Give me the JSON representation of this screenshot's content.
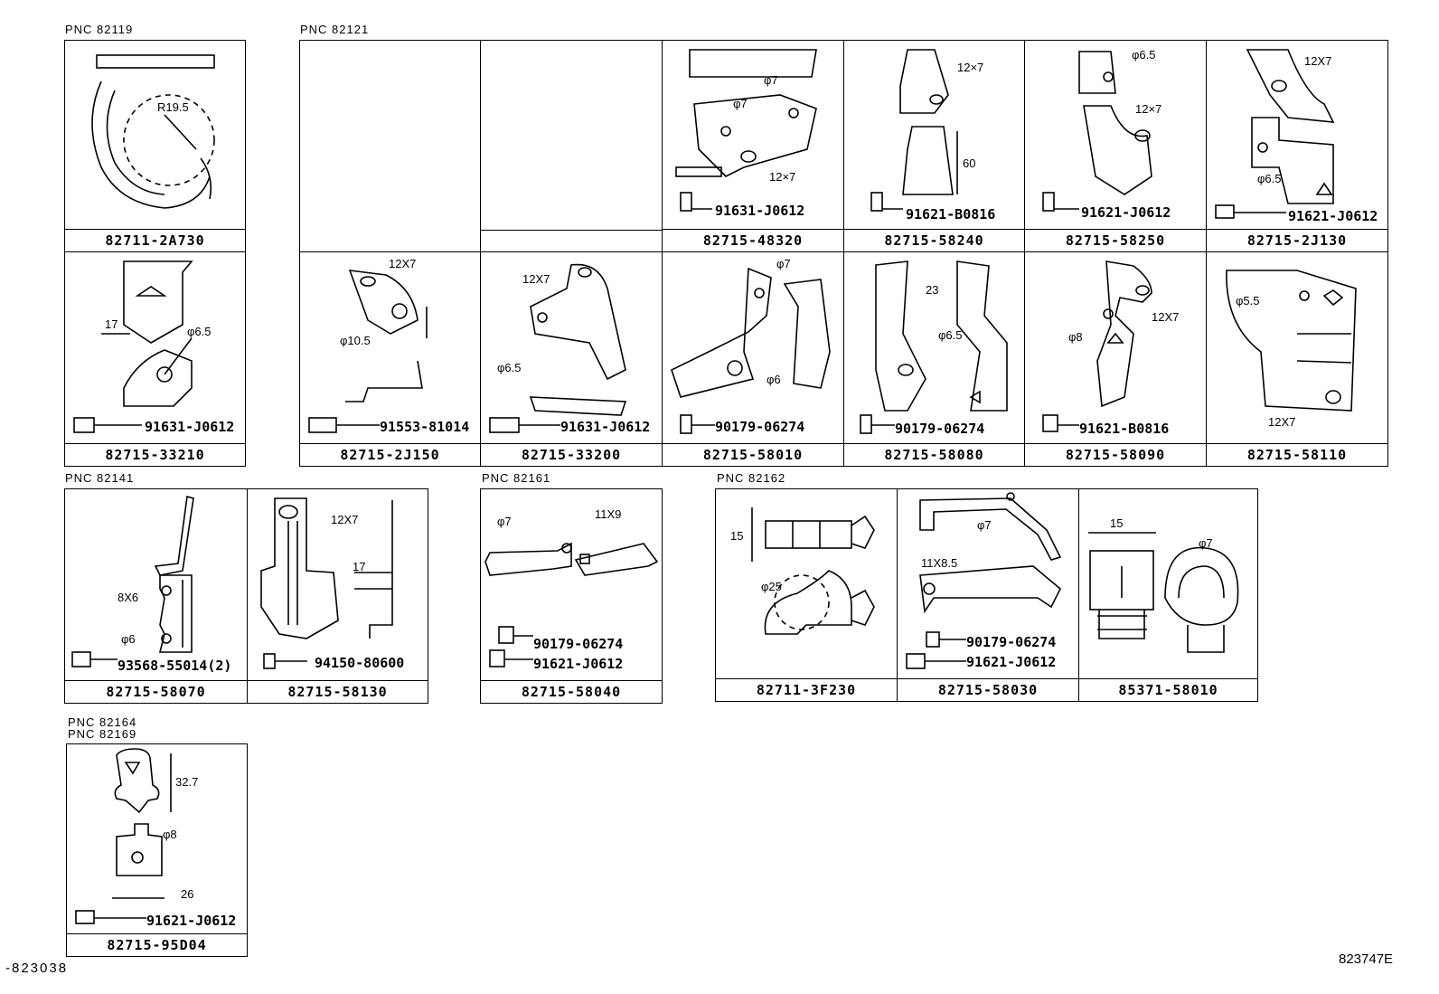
{
  "pnc_labels": {
    "g1": "PNC 82119",
    "g2": "PNC 82121",
    "g3": "PNC 82141",
    "g4": "PNC 82161",
    "g5": "PNC 82162",
    "g6a": "PNC 82164",
    "g6b": "PNC 82169"
  },
  "parts": {
    "p1": {
      "number": "82711-2A730",
      "dims": [
        "R19.5"
      ]
    },
    "p2": {
      "number": "82715-33210",
      "bolt": "91631-J0612",
      "dims": [
        "17",
        "φ6.5"
      ]
    },
    "p3": {
      "number": "82715-48320",
      "bolt": "91631-J0612",
      "dims": [
        "φ7",
        "φ7",
        "12×7"
      ]
    },
    "p4": {
      "number": "82715-58240",
      "bolt": "91621-B0816",
      "dims": [
        "12×7",
        "60"
      ]
    },
    "p5": {
      "number": "82715-58250",
      "bolt": "91621-J0612",
      "dims": [
        "φ6.5",
        "12×7"
      ]
    },
    "p6": {
      "number": "82715-2J130",
      "bolt": "91621-J0612",
      "dims": [
        "12X7",
        "φ6.5"
      ]
    },
    "p7": {
      "number": "82715-2J150",
      "bolt": "91553-81014",
      "dims": [
        "12X7",
        "φ10.5"
      ]
    },
    "p8": {
      "number": "82715-33200",
      "bolt": "91631-J0612",
      "dims": [
        "12X7",
        "φ6.5"
      ]
    },
    "p9": {
      "number": "82715-58010",
      "bolt": "90179-06274",
      "dims": [
        "φ7",
        "φ6"
      ]
    },
    "p10": {
      "number": "82715-58080",
      "bolt": "90179-06274",
      "dims": [
        "23",
        "φ6.5"
      ]
    },
    "p11": {
      "number": "82715-58090",
      "bolt": "91621-B0816",
      "dims": [
        "12X7",
        "φ8"
      ]
    },
    "p12": {
      "number": "82715-58110",
      "dims": [
        "φ5.5",
        "12X7"
      ]
    },
    "p13": {
      "number": "82715-58070",
      "bolt": "93568-55014(2)",
      "dims": [
        "8X6",
        "φ6"
      ]
    },
    "p14": {
      "number": "82715-58130",
      "bolt": "94150-80600",
      "dims": [
        "12X7",
        "17"
      ]
    },
    "p15": {
      "number": "82715-58040",
      "bolts": [
        "90179-06274",
        "91621-J0612"
      ],
      "dims": [
        "φ7",
        "11X9"
      ]
    },
    "p16": {
      "number": "82711-3F230",
      "dims": [
        "15",
        "φ25"
      ]
    },
    "p17": {
      "number": "82715-58030",
      "bolts": [
        "90179-06274",
        "91621-J0612"
      ],
      "dims": [
        "φ7",
        "11X8.5"
      ]
    },
    "p18": {
      "number": "85371-58010",
      "dims": [
        "15",
        "φ7"
      ]
    },
    "p19": {
      "number": "82715-95D04",
      "bolt": "91621-J0612",
      "dims": [
        "32.7",
        "φ8",
        "26"
      ]
    }
  },
  "footer": {
    "left": "-823038",
    "right": "823747E"
  }
}
